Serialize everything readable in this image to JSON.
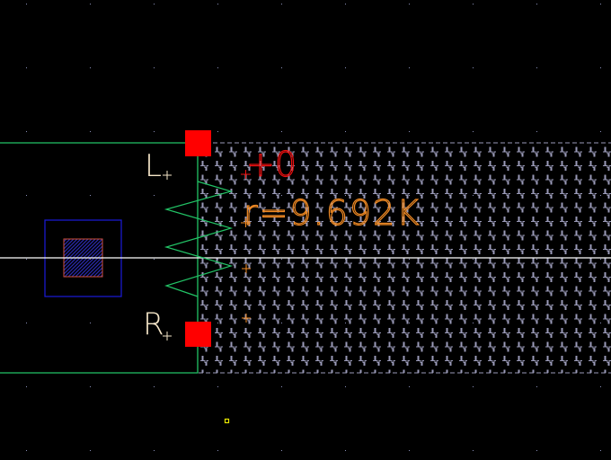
{
  "app": {
    "view": "layout-editor-canvas",
    "background_color": "#000000"
  },
  "layers": {
    "grid_dot_color": "#8a8fb8",
    "cell_boundary_color": "#22c466",
    "resistor_symbol_color": "#22c466",
    "highlight_line_color": "#ffffff",
    "terminal_pad_color": "#ff0000",
    "pattern_fill_color": "#9a9ab8",
    "via_outer_color": "#1a1acc",
    "via_inner_border_color": "#d0503a",
    "via_hatch_color": "#2a2ab0",
    "label_color": "#f5e6c8",
    "param_text_color": "#f08a24",
    "rotation_text_color": "#ee1111",
    "cursor_marker_color": "#e8e800"
  },
  "labels": {
    "terminal_top": "L",
    "terminal_bottom": "R",
    "rotation": "+0",
    "resistance": "r=9.692K"
  },
  "device": {
    "type": "resistor",
    "resistance": "9.692K",
    "rotation_degrees": 0
  }
}
